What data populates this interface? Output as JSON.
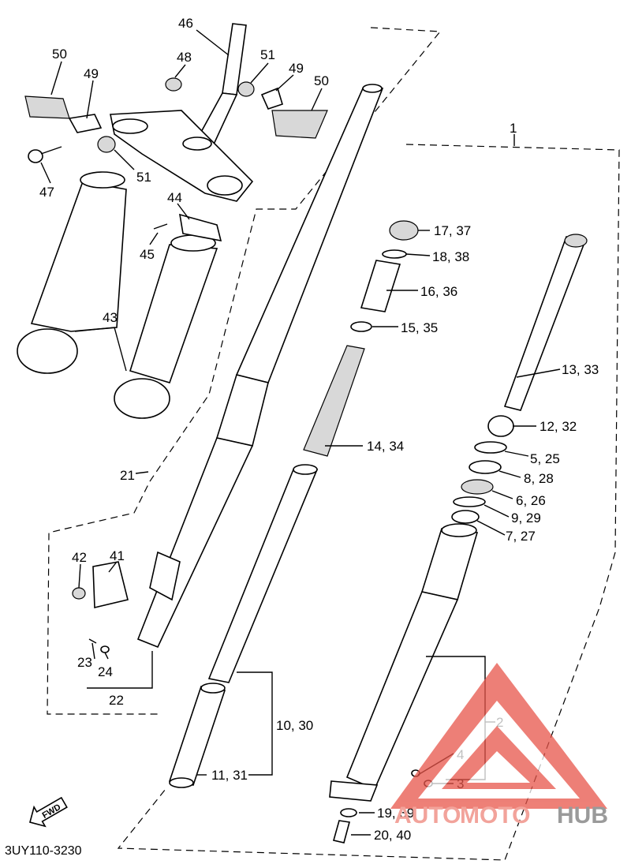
{
  "diagram": {
    "code": "3UY110-3230",
    "fwd_label": "FWD",
    "callouts": {
      "c1": "1",
      "c2": "2",
      "c3": "3",
      "c4": "4",
      "c5": "5, 25",
      "c6": "6, 26",
      "c7": "7, 27",
      "c8": "8, 28",
      "c9": "9, 29",
      "c10": "10, 30",
      "c11": "11, 31",
      "c12": "12, 32",
      "c13": "13, 33",
      "c14": "14, 34",
      "c15": "15, 35",
      "c16": "16, 36",
      "c17": "17, 37",
      "c18": "18, 38",
      "c19": "19, 39",
      "c20": "20, 40",
      "c21": "21",
      "c22": "22",
      "c23": "23",
      "c24": "24",
      "c41": "41",
      "c42": "42",
      "c43": "43",
      "c44": "44",
      "c45": "45",
      "c46": "46",
      "c47": "47",
      "c48": "48",
      "c49a": "49",
      "c49b": "49",
      "c50a": "50",
      "c50b": "50",
      "c51a": "51",
      "c51b": "51"
    }
  },
  "watermark": {
    "part1": "AUTO",
    "part2": "MOTO",
    "part3": "HUB",
    "colors": {
      "red": "#e8554a",
      "gray": "#9a9a9a"
    }
  }
}
